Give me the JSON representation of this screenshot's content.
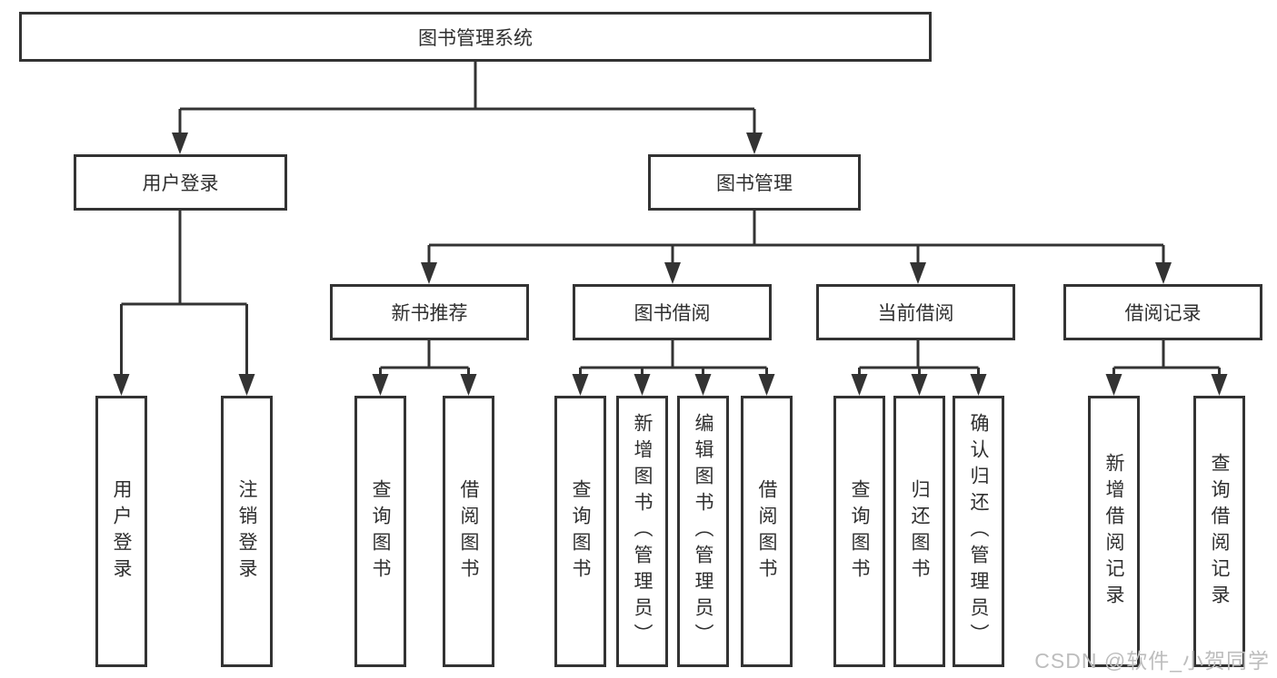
{
  "colors": {
    "line": "#333333",
    "box_border": "#333333",
    "text": "#2f2f2f",
    "background": "#ffffff",
    "watermark": "#bdbdbd"
  },
  "tree": {
    "root": {
      "label": "图书管理系统"
    },
    "branches": [
      {
        "label": "用户登录",
        "leaves": [
          {
            "label": "用户登录"
          },
          {
            "label": "注销登录"
          }
        ]
      },
      {
        "label": "图书管理",
        "groups": [
          {
            "label": "新书推荐",
            "leaves": [
              {
                "label": "查询图书"
              },
              {
                "label": "借阅图书"
              }
            ]
          },
          {
            "label": "图书借阅",
            "leaves": [
              {
                "label": "查询图书"
              },
              {
                "label": "新增图书（管理员）"
              },
              {
                "label": "编辑图书（管理员）"
              },
              {
                "label": "借阅图书"
              }
            ]
          },
          {
            "label": "当前借阅",
            "leaves": [
              {
                "label": "查询图书"
              },
              {
                "label": "归还图书"
              },
              {
                "label": "确认归还（管理员）"
              }
            ]
          },
          {
            "label": "借阅记录",
            "leaves": [
              {
                "label": "新增借阅记录"
              },
              {
                "label": "查询借阅记录"
              }
            ]
          }
        ]
      }
    ]
  },
  "watermark": {
    "text": "CSDN @软件_小贺同学"
  }
}
